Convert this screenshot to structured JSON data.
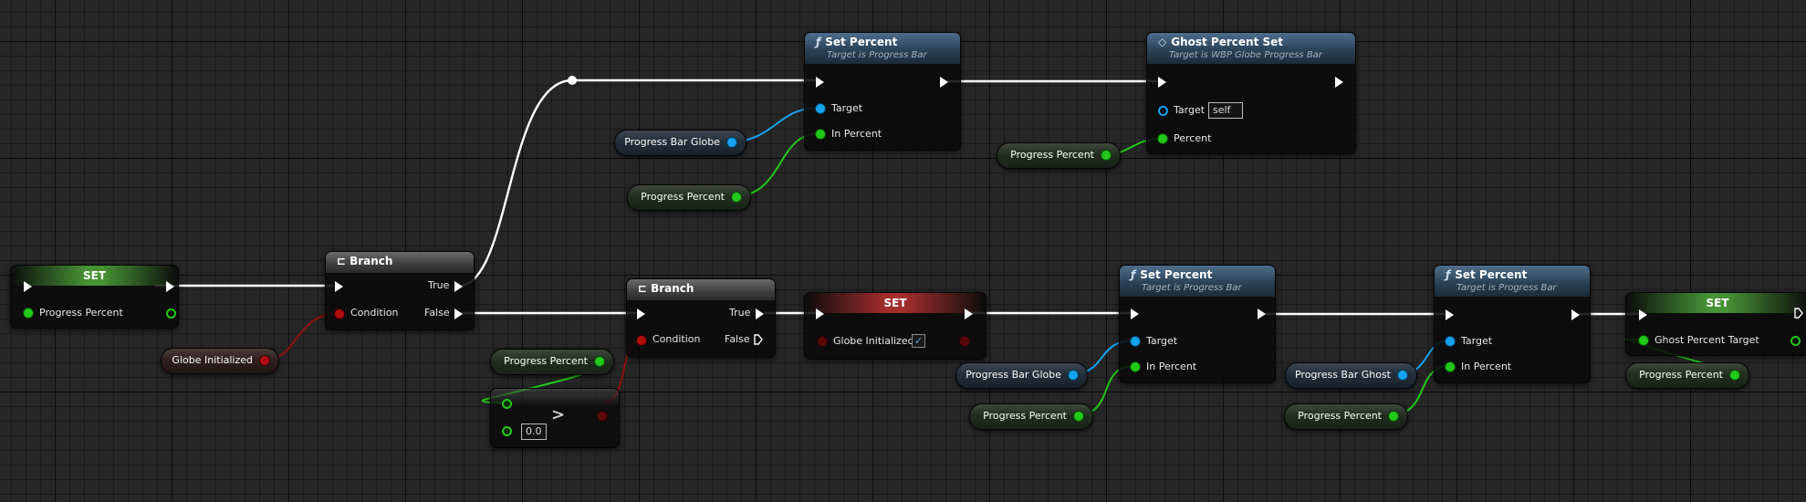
{
  "nodes": {
    "set_progress_percent": {
      "title": "SET",
      "pin_label": "Progress Percent"
    },
    "branch1": {
      "title": "Branch",
      "condition": "Condition",
      "true_label": "True",
      "false_label": "False"
    },
    "set_percent_top": {
      "title": "Set Percent",
      "subtitle": "Target is Progress Bar",
      "target": "Target",
      "in_percent": "In Percent"
    },
    "ghost_percent_set": {
      "title": "Ghost Percent Set",
      "subtitle": "Target is WBP Globe Progress Bar",
      "target": "Target",
      "target_value": "self",
      "percent": "Percent"
    },
    "branch2": {
      "title": "Branch",
      "condition": "Condition",
      "true_label": "True",
      "false_label": "False"
    },
    "compare": {
      "operator": ">",
      "value": "0.0"
    },
    "set_globe_initialized": {
      "title": "SET",
      "pin_label": "Globe Initialized",
      "checked": "✓"
    },
    "set_percent_mid": {
      "title": "Set Percent",
      "subtitle": "Target is Progress Bar",
      "target": "Target",
      "in_percent": "In Percent"
    },
    "set_percent_right": {
      "title": "Set Percent",
      "subtitle": "Target is Progress Bar",
      "target": "Target",
      "in_percent": "In Percent"
    },
    "set_ghost_target": {
      "title": "SET",
      "pin_label": "Ghost Percent Target"
    }
  },
  "variables": {
    "globe_initialized": "Globe Initialized",
    "progress_bar_globe_top": "Progress Bar Globe",
    "progress_percent_top": "Progress Percent",
    "progress_percent_ghostset": "Progress Percent",
    "progress_percent_compare": "Progress Percent",
    "progress_bar_globe_mid": "Progress Bar Globe",
    "progress_percent_mid": "Progress Percent",
    "progress_bar_ghost": "Progress Bar Ghost",
    "progress_percent_right": "Progress Percent",
    "progress_percent_far": "Progress Percent"
  },
  "colors": {
    "exec": "#ffffff",
    "float": "#22c91a",
    "object": "#14a2ef",
    "bool": "#b00d0d",
    "function_header": "#2b4257",
    "set_header": "#50aa3c",
    "bool_set_header": "#be3232"
  }
}
